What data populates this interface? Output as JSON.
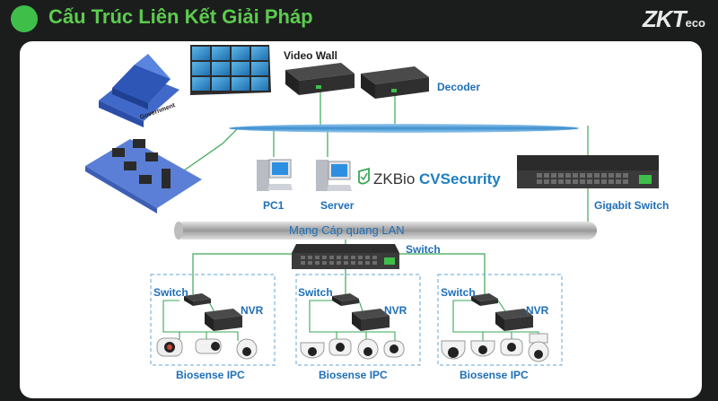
{
  "header": {
    "title": "Cấu Trúc Liên Kết Giải Pháp",
    "brand": "ZKT",
    "brand_suffix": "eco"
  },
  "labels": {
    "video_wall": "Video Wall",
    "decoder": "Decoder",
    "government": "Government",
    "pc1": "PC1",
    "server": "Server",
    "software_zk": "ZKBio ",
    "software_cv": "CVSecurity",
    "gigabit_switch": "Gigabit Switch",
    "lan": "Mạng Cáp quang LAN",
    "main_switch": "Switch",
    "groups": [
      {
        "switch": "Switch",
        "nvr": "NVR",
        "ipc": "Biosense IPC"
      },
      {
        "switch": "Switch",
        "nvr": "NVR",
        "ipc": "Biosense IPC"
      },
      {
        "switch": "Switch",
        "nvr": "NVR",
        "ipc": "Biosense IPC"
      }
    ]
  },
  "colors": {
    "accent_green": "#5ccb4f",
    "label_blue": "#1e6fb8",
    "link_green": "#3aa856",
    "dash_blue": "#5fa5d8"
  }
}
